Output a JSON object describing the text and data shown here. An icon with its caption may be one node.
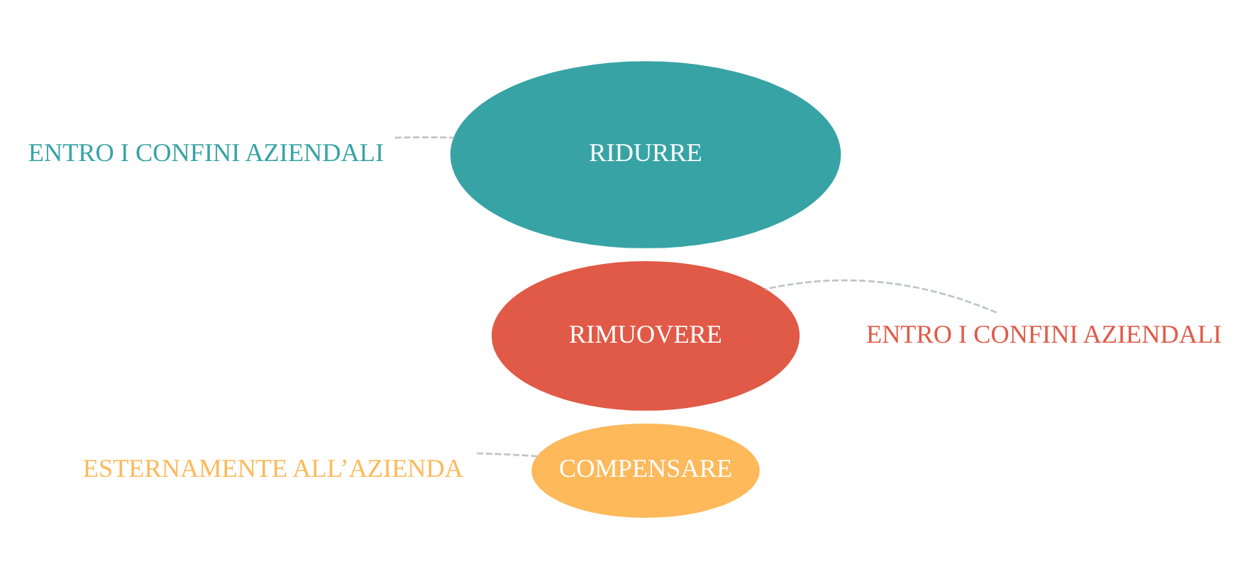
{
  "diagram": {
    "nodes": [
      {
        "text": [
          "RIDURRE"
        ]
      },
      {
        "text": [
          "RIMUOVERE"
        ]
      },
      {
        "text": [
          "COMPENSARE"
        ]
      },
      {
        "text": [
          "ENTRO I CONFINI AZIENDALI"
        ]
      },
      {
        "text": [
          "ENTRO I CONFINI AZIENDALI"
        ]
      },
      {
        "text": [
          "ESTERNAMENTE ALL’AZIENDA"
        ]
      }
    ],
    "edges": [
      {
        "from": 3,
        "to": 0,
        "arrow": "none",
        "style": "dashed"
      },
      {
        "from": 4,
        "to": 1,
        "arrow": "none",
        "style": "dashed"
      },
      {
        "from": 5,
        "to": 2,
        "arrow": "none",
        "style": "dashed"
      }
    ]
  }
}
